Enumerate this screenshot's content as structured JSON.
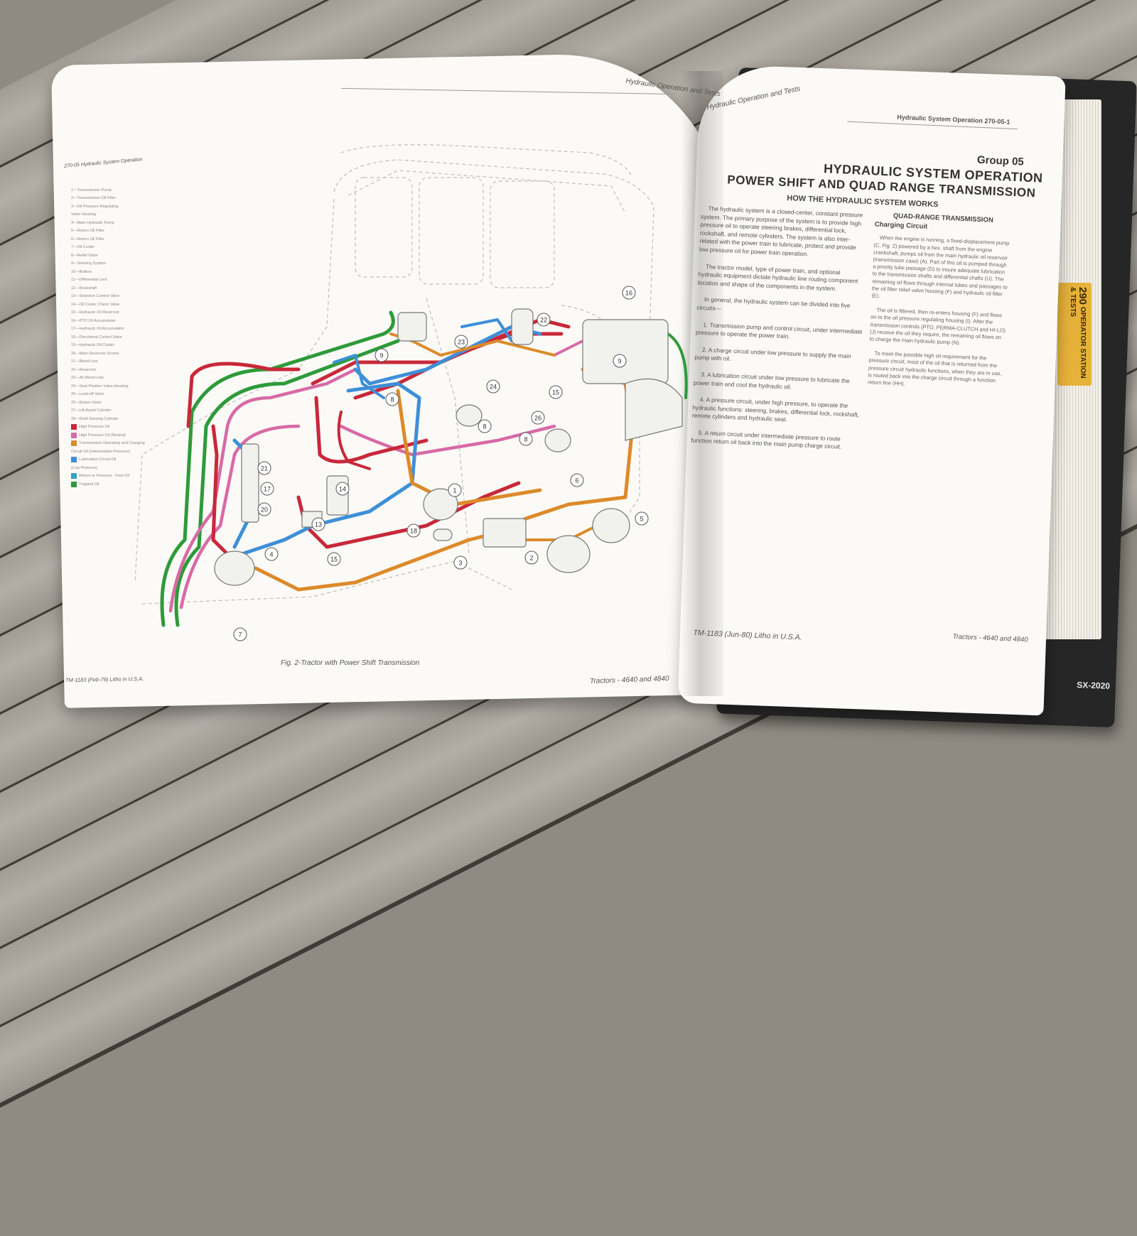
{
  "left_page": {
    "header_top": "Hydraulic Operation and Tests",
    "header_left": "270-05  Hydraulic System Operation",
    "caption": "Fig. 2-Tractor with Power Shift Transmission",
    "footer_left": "TM-1183 (Feb-79) Litho in U.S.A.",
    "footer_right": "Tractors - 4640 and 4840"
  },
  "legend": [
    {
      "label": "1—Transmission Pump",
      "color": ""
    },
    {
      "label": "2—Transmission Oil Filter",
      "color": ""
    },
    {
      "label": "3—Oil Pressure Regulating",
      "color": ""
    },
    {
      "label": "Valve Housing",
      "color": ""
    },
    {
      "label": "4—Main Hydraulic Pump",
      "color": ""
    },
    {
      "label": "5—Return Oil Filter",
      "color": ""
    },
    {
      "label": "6—Return Oil Filter",
      "color": ""
    },
    {
      "label": "7—Oil Cooler",
      "color": ""
    },
    {
      "label": "8—Relief Valve",
      "color": ""
    },
    {
      "label": "9—Steering System",
      "color": ""
    },
    {
      "label": "10—Brakes",
      "color": ""
    },
    {
      "label": "11—Differential Lock",
      "color": ""
    },
    {
      "label": "12—Rockshaft",
      "color": ""
    },
    {
      "label": "13—Selective Control Valve",
      "color": ""
    },
    {
      "label": "14—Oil Cooler Check Valve",
      "color": ""
    },
    {
      "label": "15—Hydraulic Oil Reservoir",
      "color": ""
    },
    {
      "label": "16—PTO Oil Accumulator",
      "color": ""
    },
    {
      "label": "17—Hydraulic Oil Accumulator",
      "color": ""
    },
    {
      "label": "18—Directional Control Valve",
      "color": ""
    },
    {
      "label": "19—Hydraulic Oil Cooler",
      "color": ""
    },
    {
      "label": "20—Main Reservoir Screen",
      "color": ""
    },
    {
      "label": "21—Bleed Line",
      "color": ""
    },
    {
      "label": "22—Reservoir",
      "color": ""
    },
    {
      "label": "23—Air Bleed Line",
      "color": ""
    },
    {
      "label": "24—Seat Position Valve Housing",
      "color": ""
    },
    {
      "label": "25—Load-off Valve",
      "color": ""
    },
    {
      "label": "26—Return Hose",
      "color": ""
    },
    {
      "label": "27—Lift Assist Cylinder",
      "color": ""
    },
    {
      "label": "28—Draft Sensing Cylinder",
      "color": ""
    },
    {
      "label": "High Pressure Oil",
      "color": "#c8283a"
    },
    {
      "label": "High Pressure Oil (Neutral)",
      "color": "#d86aa6"
    },
    {
      "label": "Transmission Operating and Charging",
      "color": "#dd8a2a"
    },
    {
      "label": "Circuit Oil (Intermediate Pressure)",
      "color": ""
    },
    {
      "label": "Lubrication Circuit Oil",
      "color": "#3e8fd8"
    },
    {
      "label": "(Low Pressure)",
      "color": ""
    },
    {
      "label": "Return or Pressure - Free Oil",
      "color": "#34a1c4"
    },
    {
      "label": "Trapped Oil",
      "color": "#2e9a3a"
    }
  ],
  "callouts": [
    "1",
    "2",
    "3",
    "4",
    "5",
    "6",
    "7",
    "8",
    "8",
    "8",
    "9",
    "9",
    "13",
    "14",
    "15",
    "15",
    "16",
    "17",
    "18",
    "20",
    "21",
    "22",
    "23",
    "24",
    "26"
  ],
  "right_page": {
    "header_left": "Hydraulic Operation and Tests",
    "header_right": "Hydraulic System Operation   270-05-1",
    "group": "Group 05",
    "title1": "HYDRAULIC SYSTEM OPERATION",
    "title2": "POWER SHIFT AND QUAD RANGE TRANSMISSION",
    "subtitle": "HOW THE HYDRAULIC SYSTEM WORKS",
    "col1": [
      "The hydraulic system is a closed-center, constant pressure system. The primary purpose of the system is to provide high pressure oil to operate steering brakes, differential lock, rockshaft, and remote cylinders. The system is also inter-related with the power train to lubricate, protect and provide low pressure oil for power train operation.",
      "The tractor model, type of power train, and optional hydraulic equipment dictate hydraulic line routing component location and shape of the components in the system.",
      "In general, the hydraulic system can be divided into five circuits—",
      "1. Transmission pump and control circuit, under intermediate pressure to operate the power train.",
      "2. A charge circuit under low pressure to supply the main pump with oil.",
      "3. A lubrication circuit under low pressure to lubricate the power train and cool the hydraulic oil.",
      "4. A pressure circuit, under high pressure, to operate the hydraulic functions: steering, brakes, differential lock, rockshaft, remote cylinders and hydraulic seat.",
      "5. A return circuit under intermediate pressure to route function return oil back into the main pump charge circuit."
    ],
    "col2_heading": "QUAD-RANGE TRANSMISSION",
    "col2_subheading": "Charging Circuit",
    "col2": [
      "When the engine is running, a fixed-displacement pump (C, Fig. 2) powered by a hex. shaft from the engine crankshaft, pumps oil from the main hydraulic oil reservoir (transmission case) (A). Part of this oil is pumped through a priority tube passage (D) to insure adequate lubrication to the transmission shafts and differential shafts (U). The remaining oil flows through internal tubes and passages to the oil filter relief valve housing (F) and hydraulic oil filter (E).",
      "The oil is filtered, then re-enters housing (F) and flows on to the oil pressure regulating housing (I). After the transmission controls (PTO, PERMA-CLUTCH and HI-LO) (J) receive the oil they require, the remaining oil flows on to charge the main hydraulic pump (N).",
      "To meet the possible high oil requirement for the pressure circuit, most of the oil that is returned from the pressure circuit hydraulic functions, when they are in use, is routed back into the charge circuit through a function return line (HH)."
    ],
    "footer_left": "TM-1183 (Jun-80) Litho in U.S.A.",
    "footer_right": "Tractors - 4640 and 4840"
  },
  "tab": {
    "number": "290",
    "text": "OPERATOR STATION & TESTS"
  },
  "binder": {
    "strip": "SX-2020"
  },
  "colors": {
    "high_pressure": "#c8283a",
    "neutral": "#d86aa6",
    "transmission": "#dd8a2a",
    "lubrication": "#3e8fd8",
    "return": "#34a1c4",
    "trapped": "#2e9a3a",
    "tab": "#e7b23a"
  }
}
